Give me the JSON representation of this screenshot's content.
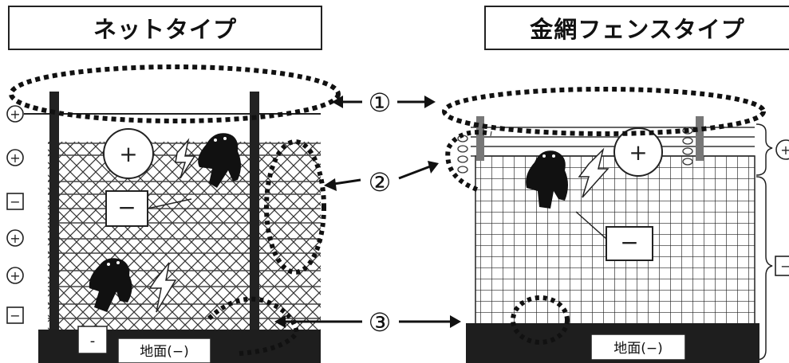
{
  "titles": {
    "net_type": "ネットタイプ",
    "wire_fence_type": "金網フェンスタイプ"
  },
  "labels": {
    "ground_left": "地面(−)",
    "ground_right": "地面(−)",
    "plus": "+",
    "minus": "−",
    "minus_small": "-"
  },
  "callouts": {
    "one": "①",
    "two": "②",
    "three": "③"
  },
  "polarity_left": [
    "+",
    "+",
    "−",
    "+",
    "+",
    "−"
  ],
  "polarity_right": [
    "+",
    "−"
  ]
}
